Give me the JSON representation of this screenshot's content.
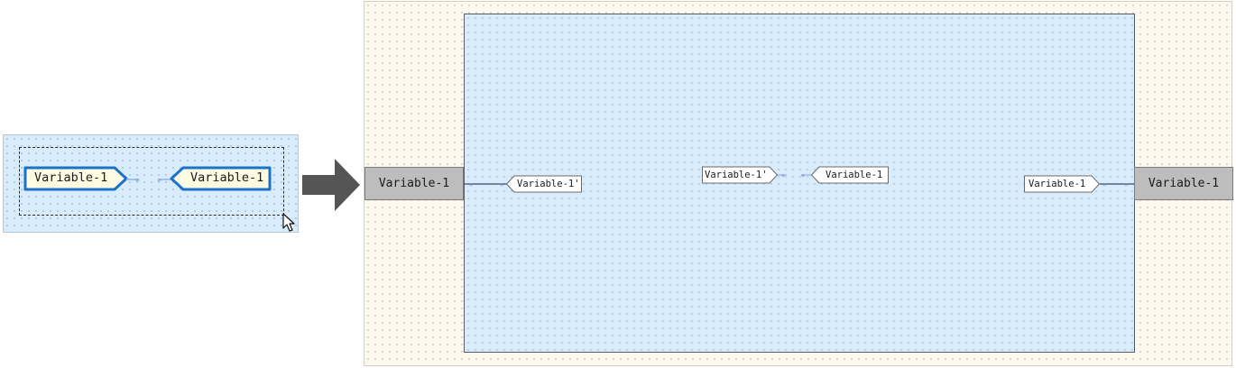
{
  "before": {
    "ports": [
      {
        "label": "Variable-1",
        "direction": "outgoing"
      },
      {
        "label": "Variable-1",
        "direction": "incoming"
      }
    ]
  },
  "after": {
    "external_ports": [
      {
        "label": "Variable-1"
      },
      {
        "label": "Variable-1"
      }
    ],
    "inner_ports": [
      {
        "label": "Variable-1'",
        "direction": "incoming"
      },
      {
        "label": "Variable-1'",
        "direction": "outgoing"
      },
      {
        "label": "Variable-1",
        "direction": "incoming"
      },
      {
        "label": "Variable-1",
        "direction": "outgoing"
      }
    ]
  },
  "colors": {
    "subsystem_fill": "#d9ecfb",
    "canvas_fill": "#fdf9ee",
    "selection_blue": "#1a73c9",
    "port_fill": "#fffbe2",
    "external_port_fill": "#bdbdbd"
  },
  "icons": {
    "arrow": "right-arrow-icon",
    "cursor": "mouse-pointer-icon"
  }
}
